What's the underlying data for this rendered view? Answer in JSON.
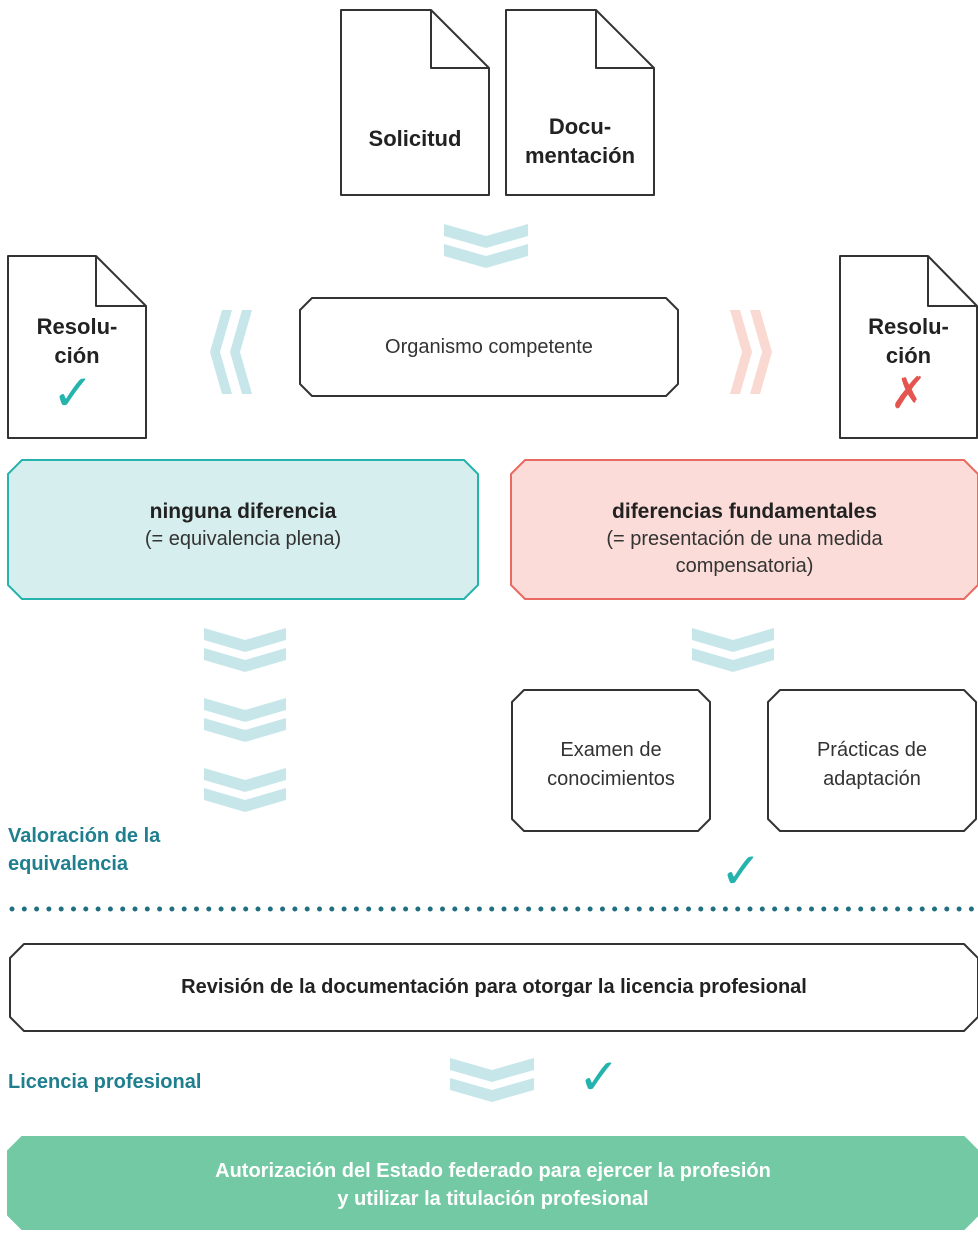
{
  "documents": {
    "solicitud": "Solicitud",
    "documentacion_line1": "Docu-",
    "documentacion_line2": "mentación",
    "resolucion_left_line1": "Resolu-",
    "resolucion_left_line2": "ción",
    "resolucion_right_line1": "Resolu-",
    "resolucion_right_line2": "ción"
  },
  "organismo": "Organismo competente",
  "ninguna": {
    "title": "ninguna diferencia",
    "subtitle": "(= equivalencia plena)"
  },
  "diferencias": {
    "title": "diferencias fundamentales",
    "subtitle_line1": "(= presentación de una medida",
    "subtitle_line2": "compensatoria)"
  },
  "examen": {
    "line1": "Examen de",
    "line2": "conocimientos"
  },
  "practicas": {
    "line1": "Prácticas de",
    "line2": "adaptación"
  },
  "valoracion": {
    "line1": "Valoración de la",
    "line2": "equivalencia"
  },
  "revision": "Revisión de la documentación para otorgar la licencia profesional",
  "licencia": "Licencia profesional",
  "autorizacion": {
    "line1": "Autorización del Estado federado para ejercer la profesión",
    "line2": "y utilizar la titulación profesional"
  },
  "symbols": {
    "check": "✓",
    "cross": "✗"
  },
  "colors": {
    "teal_fill": "#d6eeed",
    "teal_border": "#27b3ad",
    "red_fill": "#fbdcd8",
    "red_border": "#e86a62",
    "arrow_teal": "#c6e6ea",
    "arrow_red": "#fbd9d3",
    "label_teal": "#1f7f8f",
    "green_fill": "#72c9a3",
    "dots": "#1f6f80"
  }
}
